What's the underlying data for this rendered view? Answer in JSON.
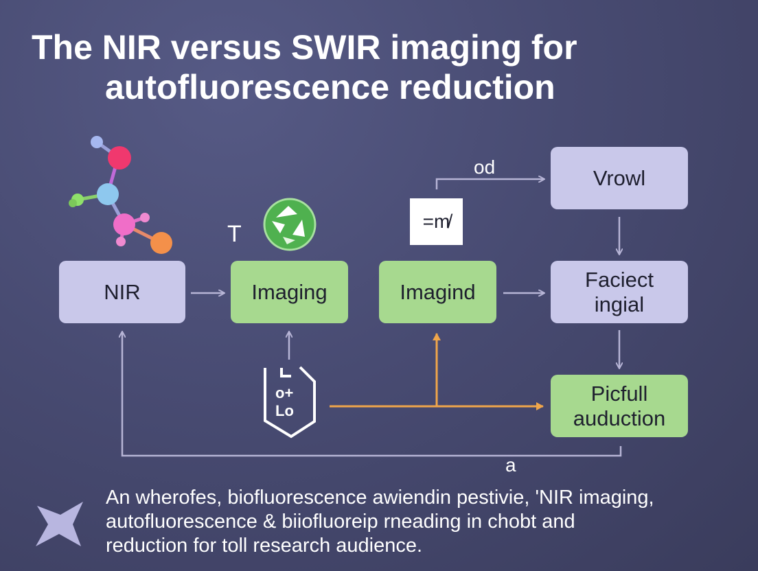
{
  "title": {
    "line1": "The NIR versus SWIR imaging for",
    "line2": "autofluorescence reduction"
  },
  "nodes": {
    "nir": "NIR",
    "imaging": "Imaging",
    "imagind": "Imagind",
    "vrowl": "Vrowl",
    "faciect_line1": "Faciect",
    "faciect_line2": "ingial",
    "picfull_line1": "Picfull",
    "picfull_line2": "auduction"
  },
  "labels": {
    "od": "od",
    "t": "T",
    "a": "a",
    "eq": "=m̸"
  },
  "caption": {
    "line1": "An wherofes, biofluorescence awiendin pestivie, 'NIR imaging,",
    "line2": "autofluorescence & biiofluoreip rneading in chobt and",
    "line3": "reduction for toll research audience."
  },
  "colors": {
    "node_lavender": "#c9c8ea",
    "node_green": "#a7d98f",
    "arrow_gray": "#b7b5d6",
    "arrow_orange": "#f0a64a"
  },
  "icons": [
    "molecule-icon",
    "recycle-icon",
    "document-icon",
    "bowtie-icon"
  ]
}
